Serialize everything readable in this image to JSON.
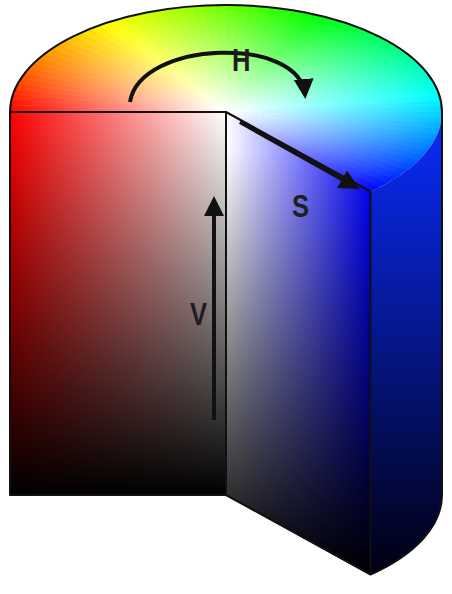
{
  "diagram": {
    "labels": [
      "H",
      "S",
      "V"
    ]
  }
}
